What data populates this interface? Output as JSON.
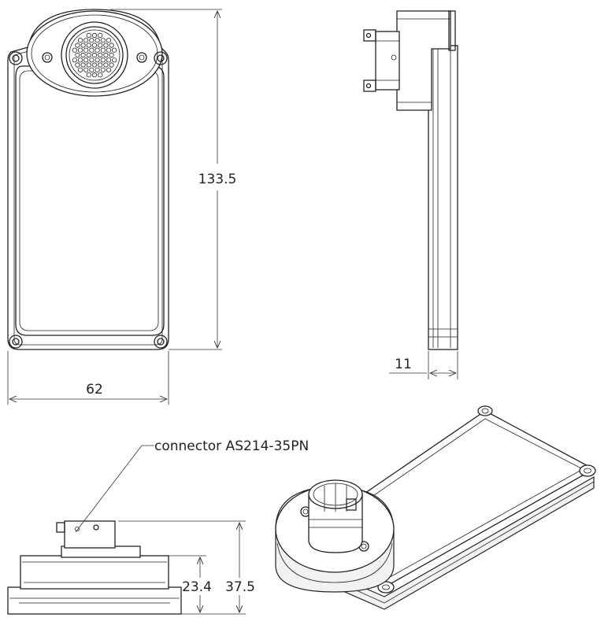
{
  "dimensions": {
    "height": "133.5",
    "width": "62",
    "depth": "11",
    "connector_height": "23.4",
    "total_height": "37.5"
  },
  "callout": {
    "connector_label": "connector AS214-35PN"
  }
}
